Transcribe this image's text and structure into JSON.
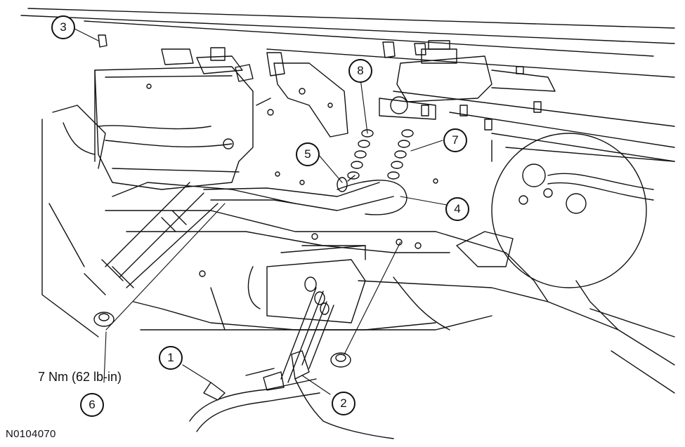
{
  "callouts": {
    "c1": "1",
    "c2": "2",
    "c3": "3",
    "c4": "4",
    "c5": "5",
    "c6": "6",
    "c7": "7",
    "c8": "8"
  },
  "torque_spec": "7 Nm (62 lb-in)",
  "figure_id": "N0104070",
  "colors": {
    "line": "#111111",
    "background": "#ffffff"
  }
}
